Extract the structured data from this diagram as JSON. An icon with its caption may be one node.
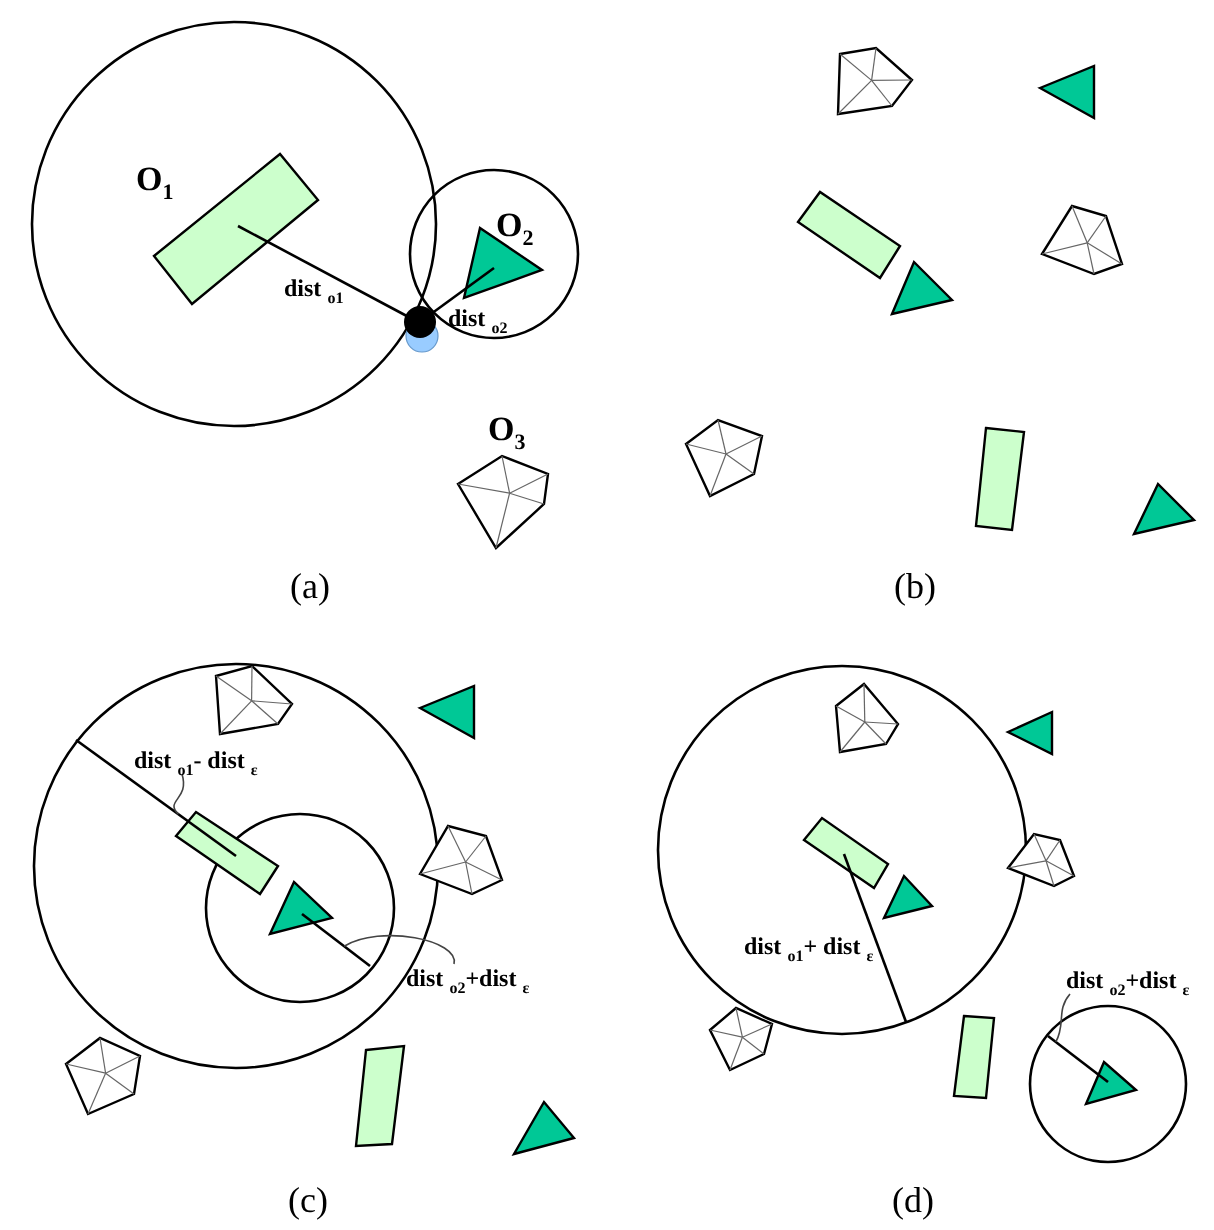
{
  "diagram": {
    "nodes": [
      {
        "text": [
          "dist $_{o1}$- dist $_{ε}$"
        ]
      },
      {
        "text": [
          "dist $_{o2}$+dist $_{ε}$"
        ]
      },
      {
        "text": [
          "dist $_{o2}$+dist $_{ε}$"
        ]
      },
      {
        "text": [],
        "shape": "line"
      },
      {
        "text": [],
        "shape": "line"
      },
      {
        "text": [],
        "shape": "line"
      }
    ],
    "edges": [
      {
        "from": 0,
        "to": 3,
        "arrow": "none"
      },
      {
        "from": 1,
        "to": 4,
        "arrow": "none"
      },
      {
        "from": 2,
        "to": 5,
        "arrow": "none"
      }
    ],
    "labels": [
      "O$_{1}$",
      "dist $_{o1}$",
      "O$_{2}$",
      "dist $_{o2}$",
      "O$_{3}$",
      "(a)",
      "(b)",
      "(c)",
      "(d)",
      "dist $_{o1}$+ dist $_{ε}$"
    ]
  }
}
